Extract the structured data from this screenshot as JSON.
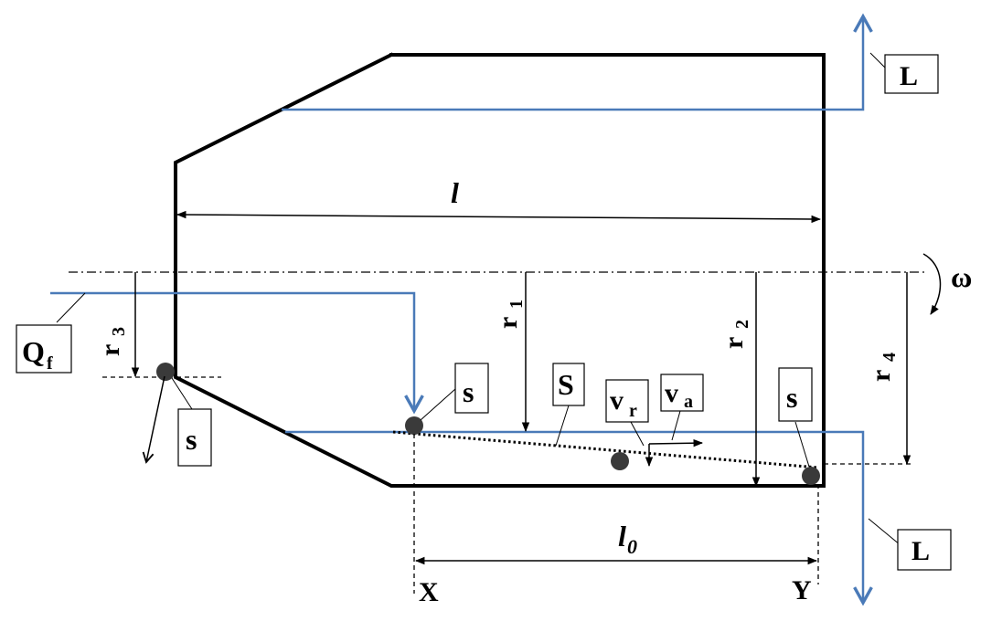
{
  "labels": {
    "outlet_top": "L",
    "outlet_bottom": "L",
    "feed": "Q",
    "feed_sub": "f",
    "length": "l",
    "length0": "l",
    "length0_sub": "0",
    "point_x": "X",
    "point_y": "Y",
    "omega": "ω",
    "r1": "r",
    "r1_sub": "1",
    "r2": "r",
    "r2_sub": "2",
    "r3": "r",
    "r3_sub": "3",
    "r4": "r",
    "r4_sub": "4",
    "s_left": "s",
    "s_mid": "s",
    "s_right": "s",
    "S_dotted": "S",
    "vr": "v",
    "vr_sub": "r",
    "va": "v",
    "va_sub": "a"
  },
  "colors": {
    "flow_line": "#4a7ab8",
    "outline": "#000000",
    "particle": "#3a3a3a"
  }
}
